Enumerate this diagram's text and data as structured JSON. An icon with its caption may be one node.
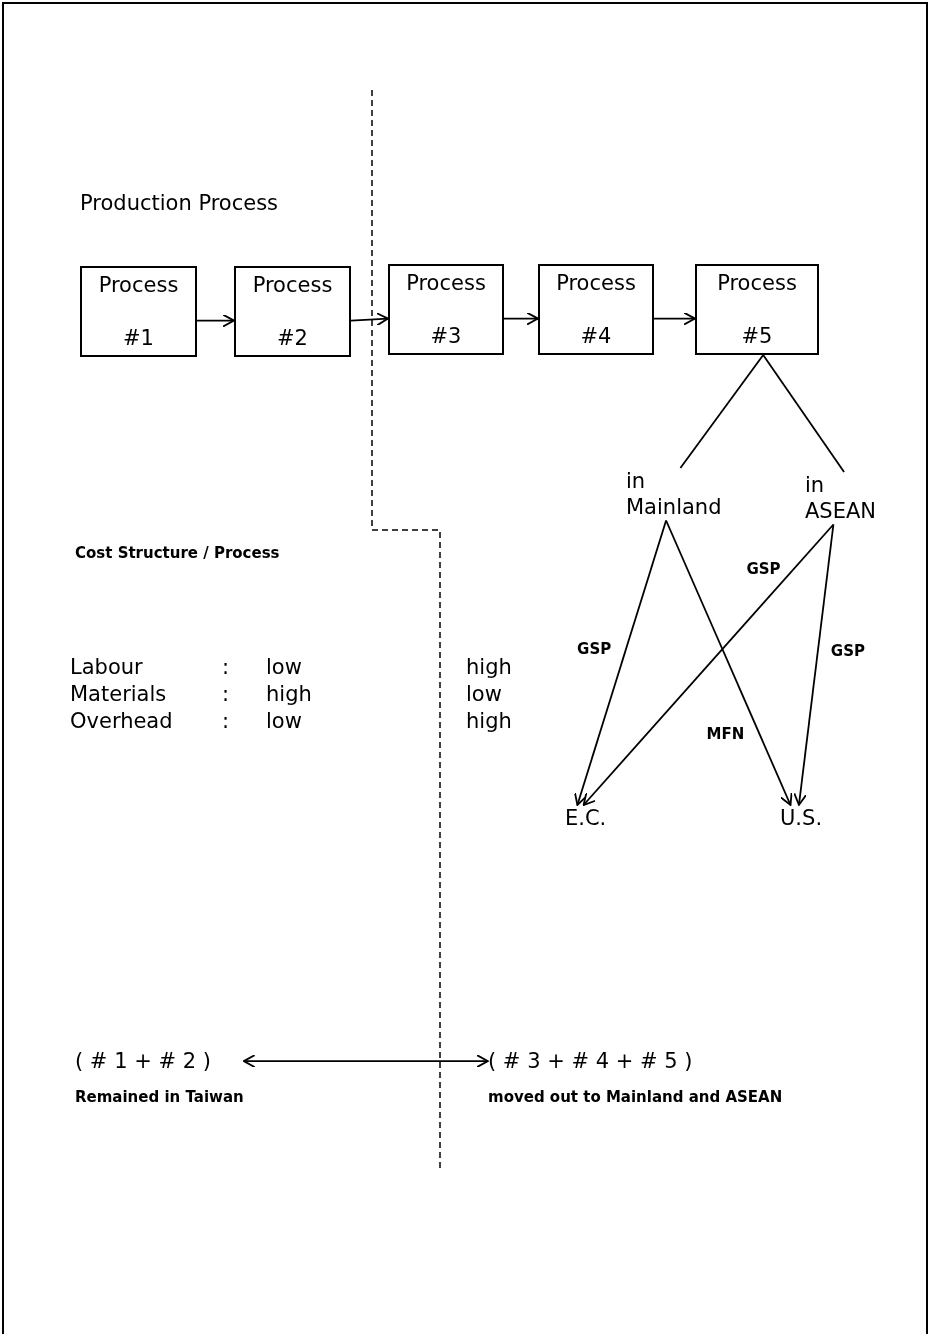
{
  "diagram": {
    "title": "Production Process",
    "nodes": [
      {
        "text": [
          "Process",
          "#1"
        ]
      },
      {
        "text": [
          "Process",
          "#2"
        ]
      },
      {
        "text": [
          "Process",
          "#3"
        ]
      },
      {
        "text": [
          "Process",
          "#4"
        ]
      },
      {
        "text": [
          "Process",
          "#5"
        ]
      },
      {
        "text": [
          "in Mainland"
        ]
      },
      {
        "text": [
          "in ASEAN"
        ]
      },
      {
        "text": [
          "E.C."
        ]
      },
      {
        "text": [
          "U.S."
        ]
      },
      {
        "text": [
          "( # 1 + # 2 )"
        ],
        "beside": [
          "Remained in Taiwan"
        ]
      },
      {
        "text": [
          "( # 3 + # 4 + # 5 )"
        ],
        "beside": [
          "moved out to Mainland and ASEAN"
        ]
      }
    ],
    "edges": [
      {
        "from": 0,
        "to": 1,
        "arrow": "to"
      },
      {
        "from": 1,
        "to": 2,
        "arrow": "to"
      },
      {
        "from": 2,
        "to": 3,
        "arrow": "to"
      },
      {
        "from": 3,
        "to": 4,
        "arrow": "to"
      },
      {
        "from": 4,
        "to": 5,
        "arrow": "none"
      },
      {
        "from": 4,
        "to": 6,
        "arrow": "none"
      },
      {
        "from": 5,
        "to": 7,
        "arrow": "to",
        "label": "GSP"
      },
      {
        "from": 5,
        "to": 8,
        "arrow": "to",
        "label": "MFN"
      },
      {
        "from": 6,
        "to": 7,
        "arrow": "to",
        "label": "GSP"
      },
      {
        "from": 6,
        "to": 8,
        "arrow": "to",
        "label": "GSP"
      },
      {
        "from": 9,
        "to": 10,
        "arrow": "both"
      }
    ],
    "labels": [
      "Cost Structure / Process",
      "Labour",
      ":",
      "low",
      "high",
      "Materials",
      ":",
      "high",
      "low",
      "Overhead",
      ":",
      "low",
      "high"
    ]
  }
}
